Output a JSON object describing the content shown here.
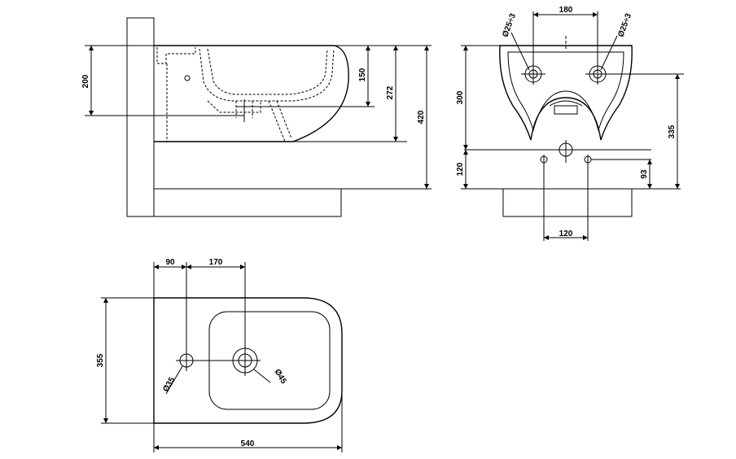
{
  "side_view": {
    "dim_200": "200",
    "dim_150": "150",
    "dim_272": "272",
    "dim_420": "420"
  },
  "front_view": {
    "dim_180": "180",
    "dim_300": "300",
    "dim_335": "335",
    "dim_120_left": "120",
    "dim_93": "93",
    "dim_120_bottom": "120",
    "dia_left": "Ø25÷3",
    "dia_right": "Ø25÷3"
  },
  "top_view": {
    "dim_90": "90",
    "dim_170": "170",
    "dim_355": "355",
    "dim_540": "540",
    "dia_35": "Ø35",
    "dia_45": "Ø45"
  }
}
